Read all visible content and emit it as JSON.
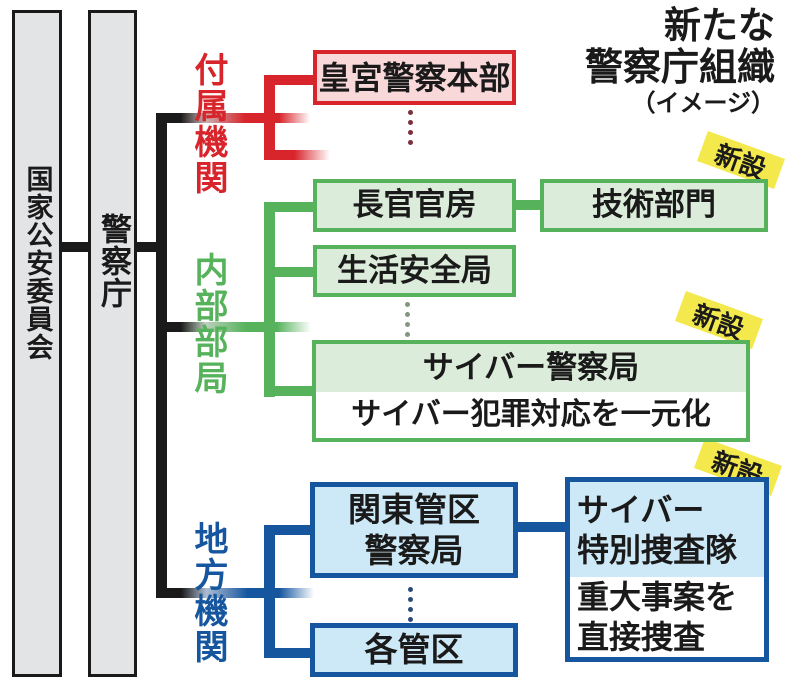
{
  "title": {
    "line1": "新たな",
    "line2": "警察庁組織",
    "line3": "（イメージ）"
  },
  "org_columns": {
    "national_public_safety_commission": "国家公安委員会",
    "national_police_agency": "警察庁"
  },
  "branches": {
    "attached_organs": {
      "label": "付属機関",
      "color": "#d8242b"
    },
    "internal_bureaus": {
      "label": "内部部局",
      "color": "#56b35c"
    },
    "regional_organs": {
      "label": "地方機関",
      "color": "#15569f"
    }
  },
  "boxes": {
    "imperial_guard_hq": "皇宮警察本部",
    "commissioner_secretariat": "長官官房",
    "technical_division": "技術部門",
    "community_safety_bureau": "生活安全局",
    "cyber_police_bureau": "サイバー警察局",
    "cyber_police_bureau_note": "サイバー犯罪対応を一元化",
    "kanto_regional_police_line1": "関東管区",
    "kanto_regional_police_line2": "警察局",
    "cyber_special_unit_line1": "サイバー",
    "cyber_special_unit_line2": "特別捜査隊",
    "cyber_special_unit_note_line1": "重大事案を",
    "cyber_special_unit_note_line2": "直接捜査",
    "each_region": "各管区"
  },
  "badge_label": "新設",
  "colors": {
    "red": "#d8242b",
    "green": "#56b35c",
    "blue": "#15569f",
    "yellow": "#f3e84c",
    "red_fill": "#f9d8da",
    "green_fill": "#dcecda",
    "blue_fill": "#cde9f7",
    "gray_fill": "#e3e4e6",
    "ink": "#1a1a1a"
  }
}
